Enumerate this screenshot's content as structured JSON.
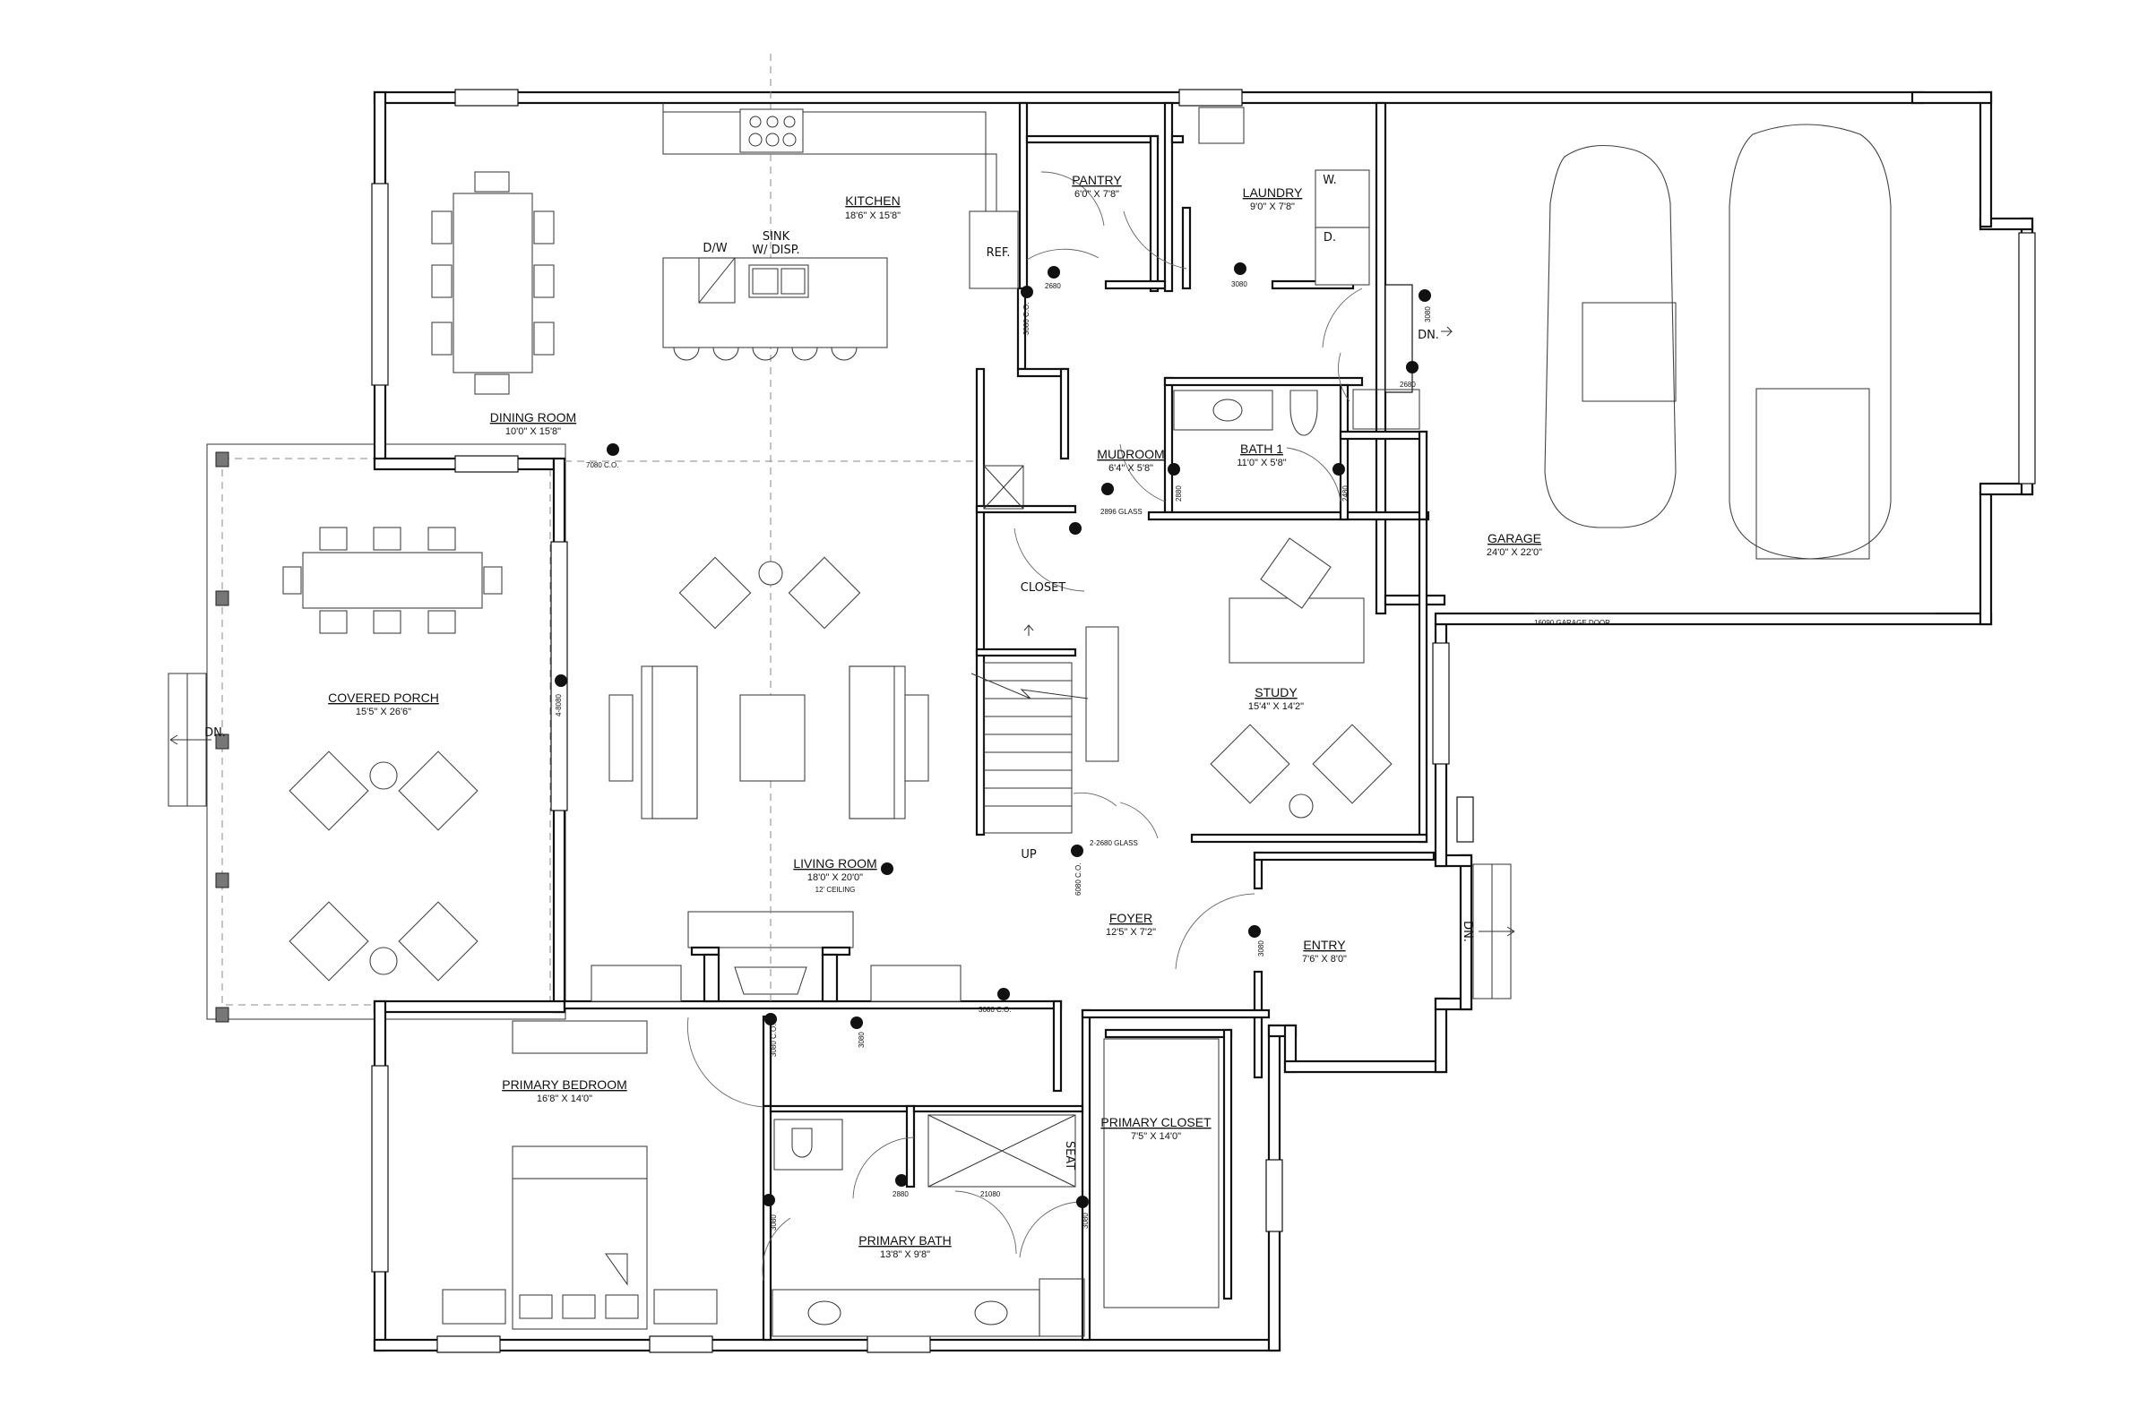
{
  "rooms": {
    "kitchen": {
      "name": "KITCHEN",
      "dim": "18'6\" X 15'8\""
    },
    "pantry": {
      "name": "PANTRY",
      "dim": "6'0\" X 7'8\""
    },
    "laundry": {
      "name": "LAUNDRY",
      "dim": "9'0\" X 7'8\""
    },
    "dining": {
      "name": "DINING ROOM",
      "dim": "10'0\" X 15'8\""
    },
    "mudroom": {
      "name": "MUDROOM",
      "dim": "6'4\" X 5'8\""
    },
    "bath1": {
      "name": "BATH 1",
      "dim": "11'0\" X 5'8\""
    },
    "garage": {
      "name": "GARAGE",
      "dim": "24'0\" X 22'0\""
    },
    "porch": {
      "name": "COVERED PORCH",
      "dim": "15'5\" X 26'6\""
    },
    "study": {
      "name": "STUDY",
      "dim": "15'4\" X 14'2\""
    },
    "living": {
      "name": "LIVING ROOM",
      "dim": "18'0\" X 20'0\"",
      "note": "12' CEILING"
    },
    "foyer": {
      "name": "FOYER",
      "dim": "12'5\" X 7'2\""
    },
    "entry": {
      "name": "ENTRY",
      "dim": "7'6\" X 8'0\""
    },
    "primary_bedroom": {
      "name": "PRIMARY BEDROOM",
      "dim": "16'8\" X 14'0\""
    },
    "primary_closet": {
      "name": "PRIMARY CLOSET",
      "dim": "7'5\" X 14'0\""
    },
    "primary_bath": {
      "name": "PRIMARY BATH",
      "dim": "13'8\" X 9'8\""
    }
  },
  "labels": {
    "sink": "SINK",
    "sink_disp": "W/ DISP.",
    "dw": "D/W",
    "ref": "REF.",
    "closet": "CLOSET",
    "seat": "SEAT",
    "washer": "W.",
    "dryer": "D.",
    "up": "UP",
    "dn_porch": "DN.",
    "dn_garage": "DN.",
    "dn_entry": "DN."
  },
  "door_tags": {
    "pantry": "2680",
    "laundry": "3080",
    "kitchen_side": "3080 C.O.",
    "garage_top": "3080",
    "garage_mid": "2680",
    "dining_co": "7080 C.O.",
    "mudroom_a": "2880",
    "bath1_a": "2880",
    "bath1_b": "2480",
    "closet_glass": "2896 GLASS",
    "porch_slider": "4-8080",
    "study_glass": "2-2680 GLASS",
    "foyer_co": "6080 C.O.",
    "entry_door": "3080",
    "hall_co": "3080 C.O.",
    "bed_co": "3080 C.O.",
    "bed_door": "3080",
    "bath_wc": "2880",
    "shower": "21080",
    "closet_door": "3080",
    "bed_door_b": "3080",
    "garage_door": "16090 GARAGE DOOR"
  }
}
